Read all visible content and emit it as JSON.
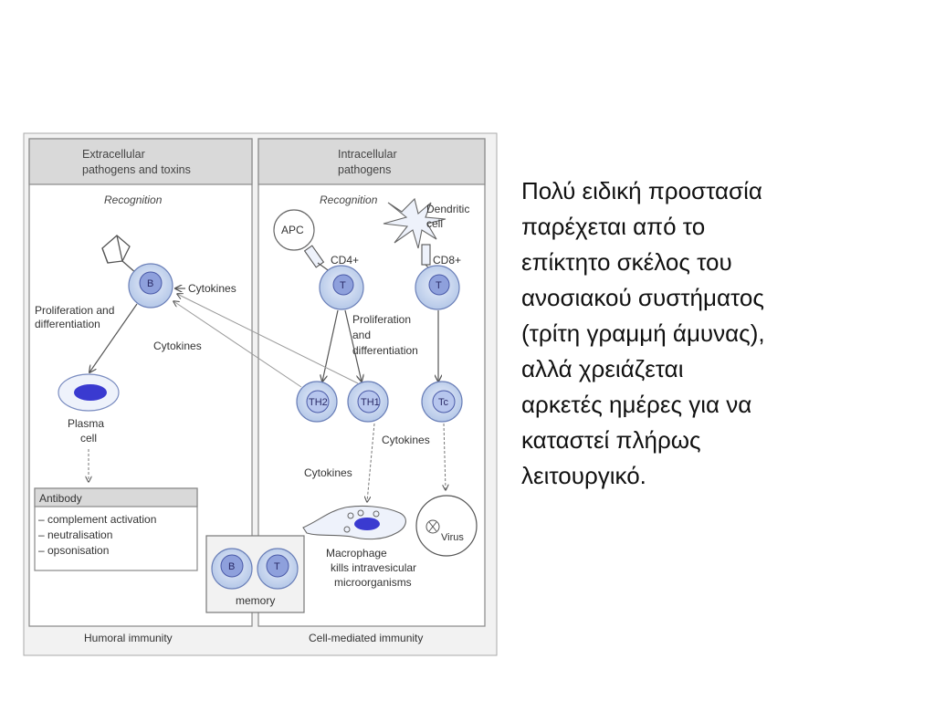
{
  "diagram": {
    "left_panel": {
      "header_line1": "Extracellular",
      "header_line2": "pathogens and toxins",
      "recognition": "Recognition",
      "b_cell": "B",
      "cytokines_1": "Cytokines",
      "prolif_line1": "Proliferation and",
      "prolif_line2": "differentiation",
      "cytokines_2": "Cytokines",
      "plasma_line1": "Plasma",
      "plasma_line2": "cell",
      "antibody_title": "Antibody",
      "antibody_items": [
        "– complement activation",
        "– neutralisation",
        "– opsonisation"
      ],
      "footer": "Humoral immunity"
    },
    "right_panel": {
      "header_line1": "Intracellular",
      "header_line2": "pathogens",
      "recognition": "Recognition",
      "apc": "APC",
      "dendritic_line1": "Dendritic",
      "dendritic_line2": "cell",
      "cd4": "CD4+",
      "cd8": "CD8+",
      "t_cell_left": "T",
      "t_cell_right": "T",
      "prolif_line1": "Proliferation",
      "prolif_line2": "and",
      "prolif_line3": "differentiation",
      "th2": "TH2",
      "th1": "TH1",
      "tc": "Tc",
      "cytokines_right": "Cytokines",
      "cytokines_lower": "Cytokines",
      "virus": "Virus",
      "macrophage_line1": "Macrophage",
      "macrophage_line2": "kills intravesicular",
      "macrophage_line3": "microorganisms",
      "footer": "Cell-mediated immunity"
    },
    "memory": {
      "b": "B",
      "t": "T",
      "label": "memory"
    }
  },
  "slide_text": {
    "lines": [
      "Πολύ ειδική προστασία",
      "παρέχεται από το",
      "επίκτητο σκέλος του",
      "ανοσιακού συστήματος",
      "(τρίτη γραμμή άμυνας),",
      "αλλά χρειάζεται",
      "αρκετές ημέρες για να",
      "καταστεί πλήρως",
      "λειτουργικό."
    ]
  },
  "colors": {
    "header_fill": "#d9d9d9",
    "cell_outer": "#c6d6ee",
    "cell_core": "#5a6fd0",
    "nucleus": "#3a3ad0",
    "line": "#666666"
  }
}
